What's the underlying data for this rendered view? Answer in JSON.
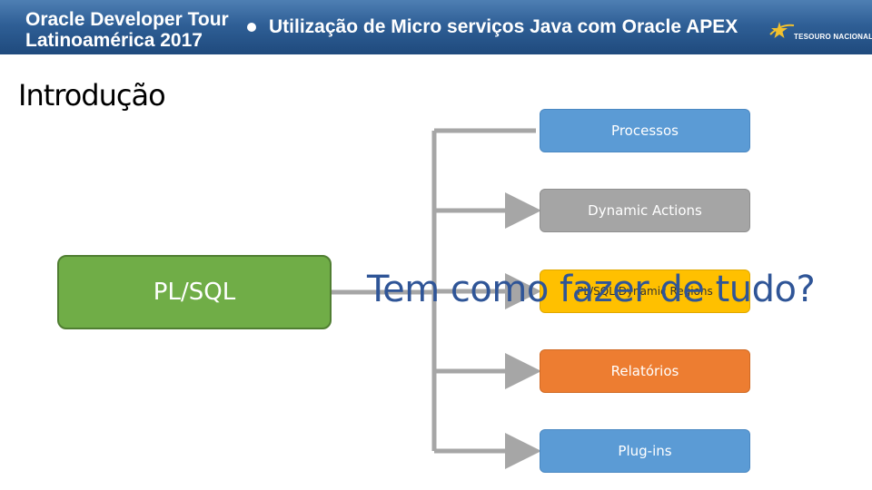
{
  "header": {
    "event_line1": "Oracle Developer Tour",
    "event_line2": "Latinoamérica 2017",
    "talk_title": "Utilização de Micro serviços Java com Oracle APEX",
    "logo_text": "TESOURO NACIONAL",
    "logo_icon": "star-swoosh-icon"
  },
  "slide": {
    "title": "Introdução"
  },
  "diagram": {
    "source": {
      "label": "PL/SQL",
      "color": "#70ad47"
    },
    "targets": [
      {
        "label": "Processos",
        "color": "#5b9bd5"
      },
      {
        "label": "Dynamic Actions",
        "color": "#a5a5a5"
      },
      {
        "label": "PL/SQL Dynamic Regions",
        "color": "#ffc000"
      },
      {
        "label": "Relatórios",
        "color": "#ed7d31"
      },
      {
        "label": "Plug-ins",
        "color": "#5b9bd5"
      }
    ],
    "connector_color": "#a6a6a6",
    "overlay_question": "Tem como fazer de tudo?",
    "overlay_color": "#2f5597"
  }
}
